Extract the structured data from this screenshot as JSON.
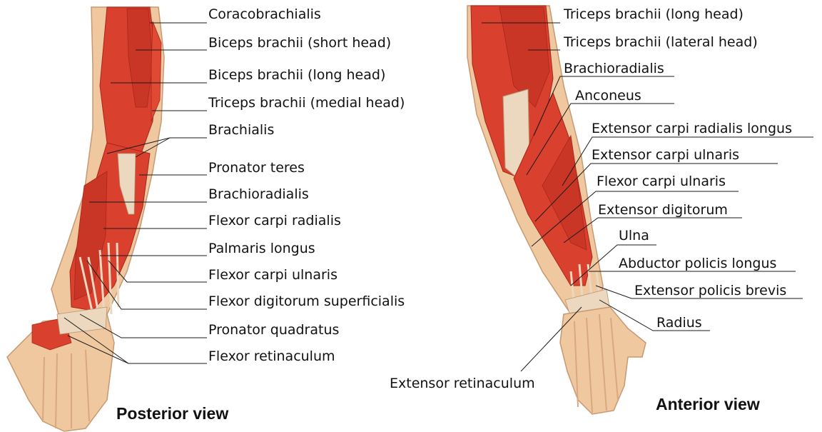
{
  "colors": {
    "muscle": "#d9402e",
    "muscle_dark": "#a8261a",
    "tendon": "#ecd8bf",
    "skin": "#f0c8a0",
    "leader": "#1a1a1a"
  },
  "posterior": {
    "caption": "Posterior view",
    "labels": [
      "Coracobrachialis",
      "Biceps brachii (short head)",
      "Biceps brachii (long head)",
      "Triceps brachii (medial head)",
      "Brachialis",
      "Pronator teres",
      "Brachioradialis",
      "Flexor carpi radialis",
      "Palmaris longus",
      "Flexor carpi ulnaris",
      "Flexor digitorum superficialis",
      "Pronator quadratus",
      "Flexor retinaculum"
    ]
  },
  "anterior": {
    "caption": "Anterior view",
    "labels": [
      "Triceps brachii (long head)",
      "Triceps brachii (lateral head)",
      "Brachioradialis",
      "Anconeus",
      "Extensor carpi radialis longus",
      "Extensor carpi ulnaris",
      "Flexor carpi ulnaris",
      "Extensor digitorum",
      "Ulna",
      "Abductor policis longus",
      "Extensor policis brevis",
      "Radius",
      "Extensor retinaculum"
    ]
  }
}
